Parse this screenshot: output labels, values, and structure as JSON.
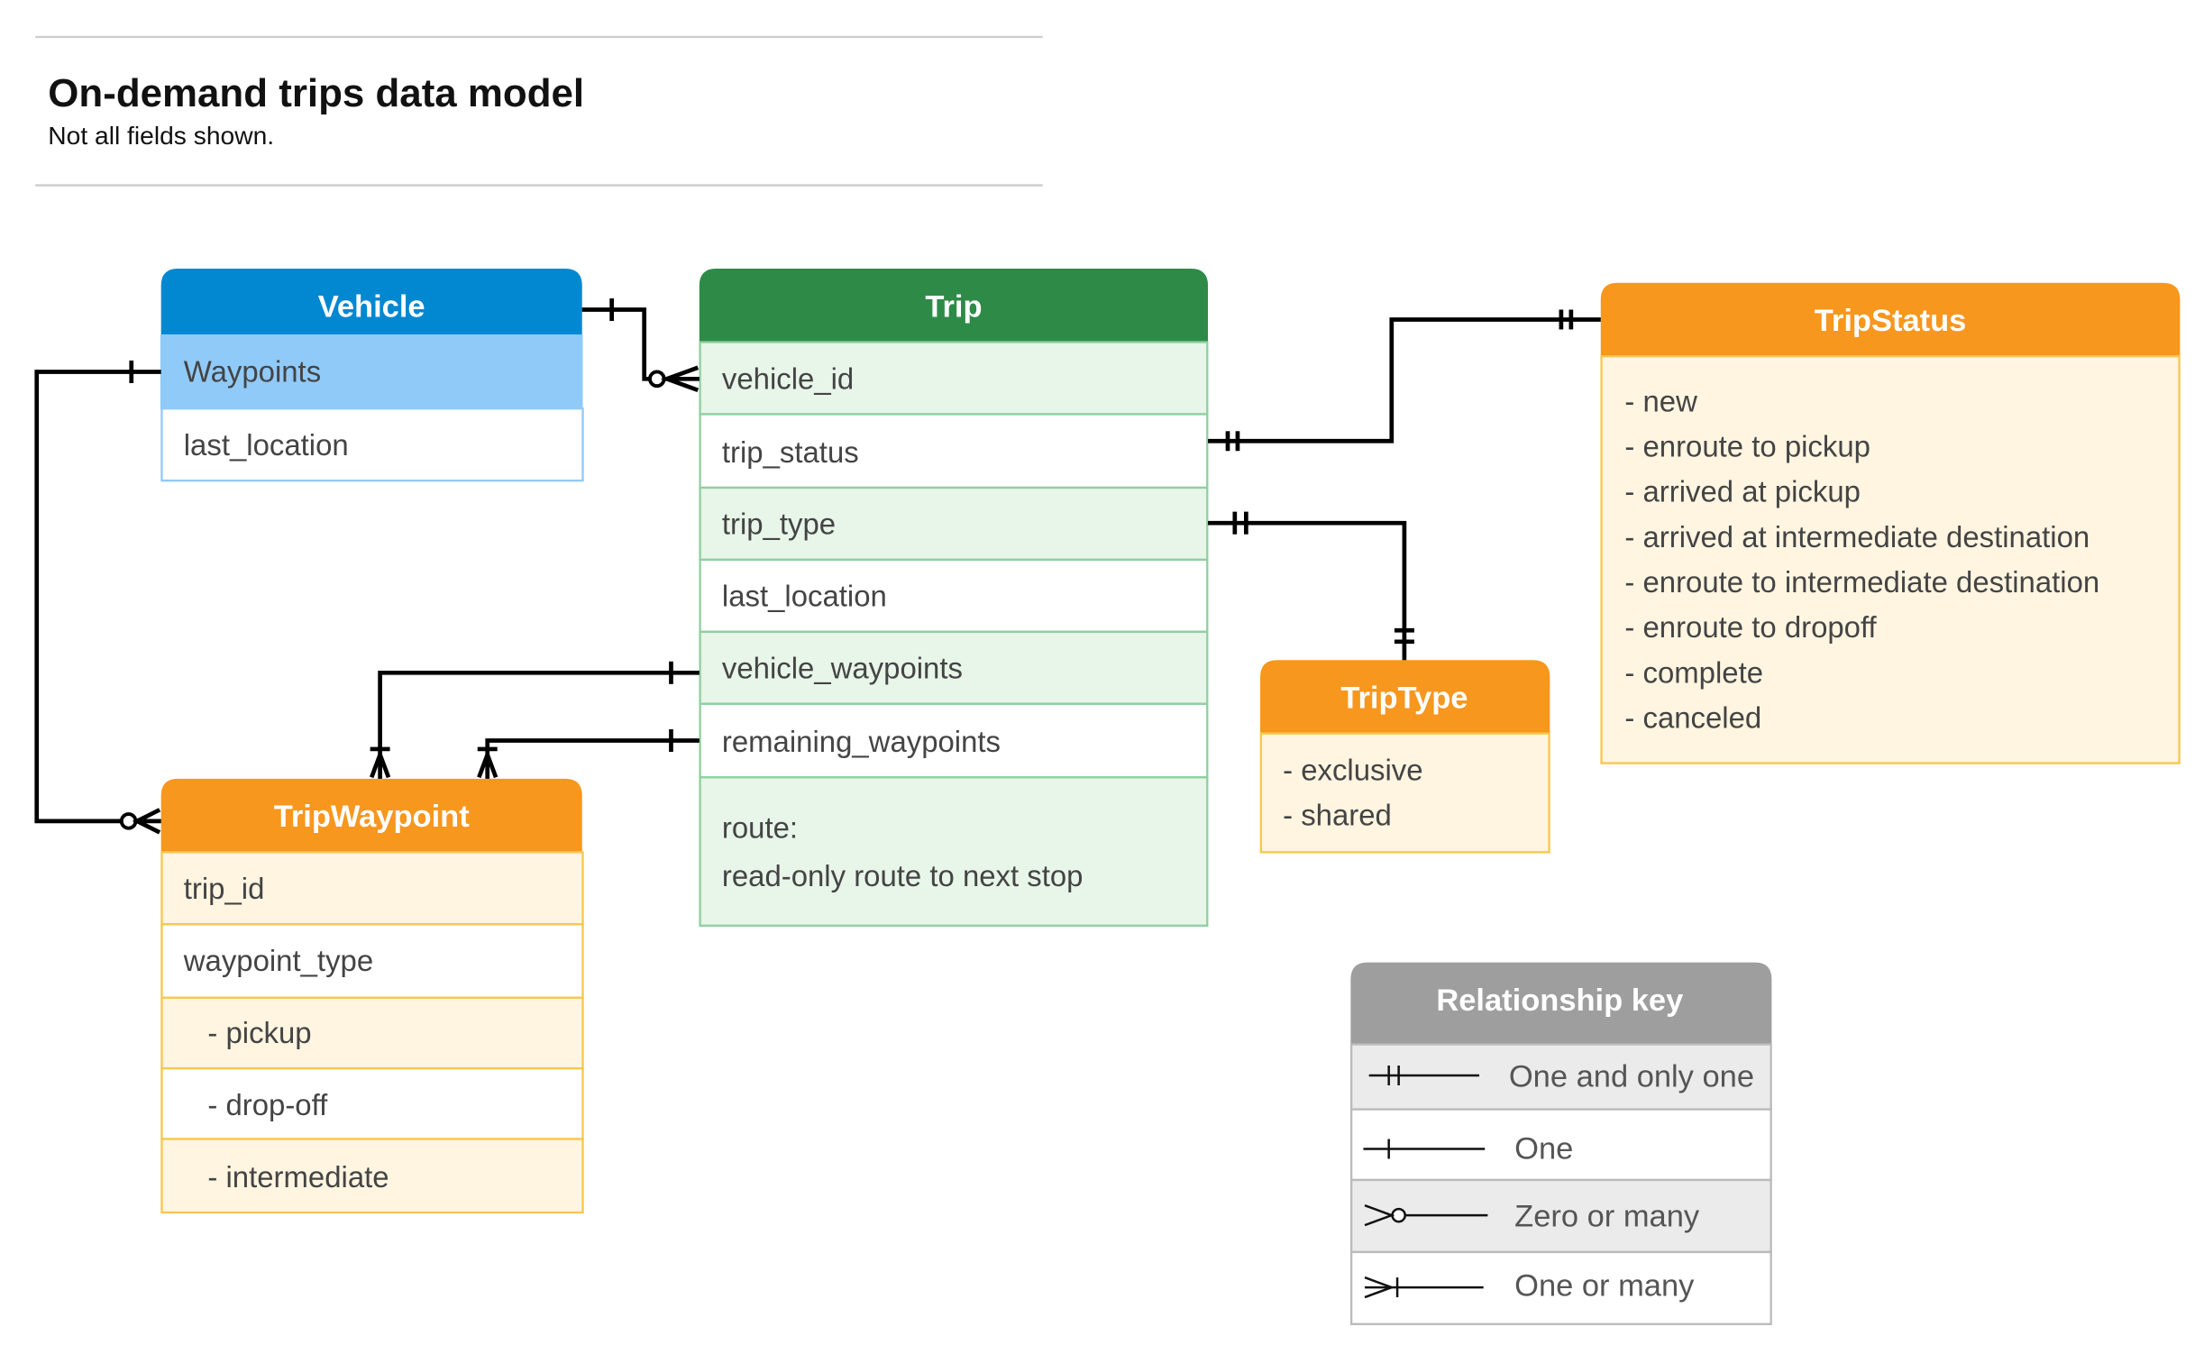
{
  "title": "On-demand trips data model",
  "subtitle": "Not all fields shown.",
  "colors": {
    "vehicle": "#0288d1",
    "vehicle_row": "#90caf9",
    "trip": "#2e8b47",
    "trip_row": "#e8f5e9",
    "orange": "#f7971e",
    "orange_row": "#fff5e1",
    "key": "#9e9e9e"
  },
  "vehicle": {
    "title": "Vehicle",
    "fields": [
      "Waypoints",
      "last_location"
    ]
  },
  "trip": {
    "title": "Trip",
    "fields": [
      "vehicle_id",
      "trip_status",
      "trip_type",
      "last_location",
      "vehicle_waypoints",
      "remaining_waypoints"
    ],
    "route_label": "route:",
    "route_desc": "read-only route to next stop"
  },
  "trip_status": {
    "title": "TripStatus",
    "items": [
      "- new",
      "- enroute to pickup",
      "- arrived at pickup",
      "- arrived at intermediate destination",
      "- enroute to intermediate destination",
      "- enroute to dropoff",
      "- complete",
      "- canceled"
    ]
  },
  "trip_type": {
    "title": "TripType",
    "items": [
      "- exclusive",
      "- shared"
    ]
  },
  "trip_waypoint": {
    "title": "TripWaypoint",
    "fields": [
      "trip_id",
      "waypoint_type",
      "- pickup",
      "- drop-off",
      "- intermediate"
    ]
  },
  "key": {
    "title": "Relationship key",
    "items": [
      {
        "label": "One and only one",
        "symbol": "one-and-only-one"
      },
      {
        "label": "One",
        "symbol": "one"
      },
      {
        "label": "Zero or many",
        "symbol": "zero-or-many"
      },
      {
        "label": "One or many",
        "symbol": "one-or-many"
      }
    ]
  }
}
